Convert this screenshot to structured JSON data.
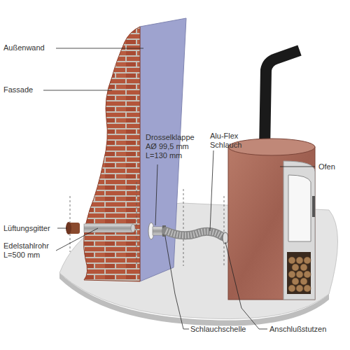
{
  "diagram": {
    "labels": [
      "Außenwand",
      "Fassade",
      "Lüftungsgitter",
      "Edelstahlrohr L=500 mm",
      "Drosselklappe AØ 99,5 mm L=130 mm",
      "Alu-Flex Schlauch",
      "Ofen",
      "Schlauchschelle",
      "Anschlußstutzen"
    ]
  }
}
